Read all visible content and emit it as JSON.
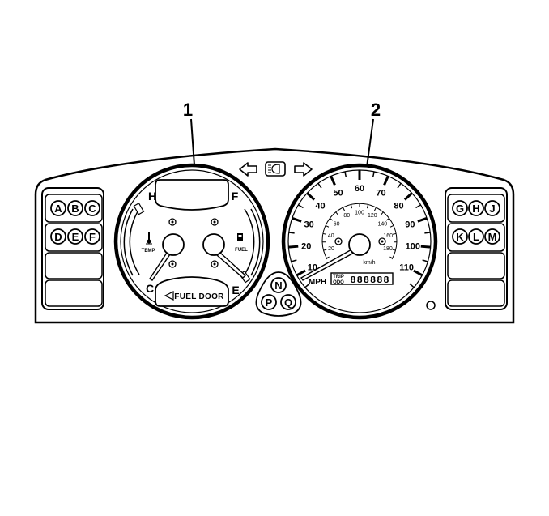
{
  "callouts": {
    "one": "1",
    "two": "2"
  },
  "left_warning_lamps": {
    "row1": [
      "A",
      "B",
      "C"
    ],
    "row2": [
      "D",
      "E",
      "F"
    ]
  },
  "right_warning_lamps": {
    "row1": [
      "G",
      "H",
      "J"
    ],
    "row2": [
      "K",
      "L",
      "M"
    ]
  },
  "center_lamps": [
    "N",
    "P",
    "Q"
  ],
  "indicators": [
    "left-turn-arrow",
    "headlamp-icon",
    "right-turn-arrow"
  ],
  "temp_fuel_gauge": {
    "temp_hot": "H",
    "temp_cold": "C",
    "temp_label": "TEMP",
    "fuel_full": "F",
    "fuel_empty": "E",
    "fuel_label": "FUEL",
    "fuel_door_label": "FUEL DOOR"
  },
  "speedometer": {
    "mph_ticks": [
      {
        "label": "10",
        "value": 10
      },
      {
        "label": "20",
        "value": 20
      },
      {
        "label": "30",
        "value": 30
      },
      {
        "label": "40",
        "value": 40
      },
      {
        "label": "50",
        "value": 50
      },
      {
        "label": "60",
        "value": 60
      },
      {
        "label": "70",
        "value": 70
      },
      {
        "label": "80",
        "value": 80
      },
      {
        "label": "90",
        "value": 90
      },
      {
        "label": "100",
        "value": 100
      },
      {
        "label": "110",
        "value": 110
      }
    ],
    "kmh_ticks": [
      {
        "label": "20",
        "value": 20
      },
      {
        "label": "40",
        "value": 40
      },
      {
        "label": "60",
        "value": 60
      },
      {
        "label": "80",
        "value": 80
      },
      {
        "label": "100",
        "value": 100
      },
      {
        "label": "120",
        "value": 120
      },
      {
        "label": "140",
        "value": 140
      },
      {
        "label": "160",
        "value": 160
      },
      {
        "label": "180",
        "value": 180
      }
    ],
    "unit_label": "MPH",
    "kmh_label": "km/h",
    "odometer_label_top": "TRIP",
    "odometer_label_bottom": "ODO",
    "odometer_value": "888888"
  }
}
